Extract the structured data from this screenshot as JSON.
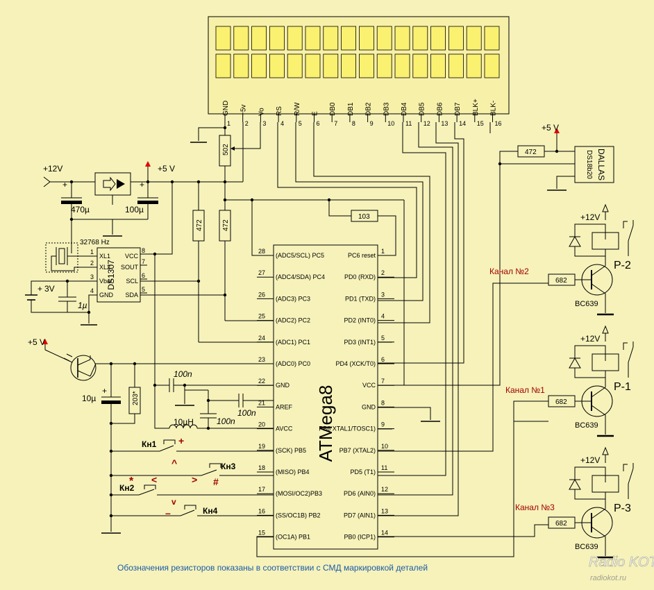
{
  "lcd": {
    "pins": [
      "GND",
      "+5v",
      "Vo",
      "RS",
      "R/W",
      "E",
      "DB0",
      "DB1",
      "DB2",
      "DB3",
      "DB4",
      "DB5",
      "DB6",
      "DB7",
      "BLK+",
      "BLK-"
    ],
    "nums": [
      "1",
      "2",
      "3",
      "4",
      "5",
      "6",
      "7",
      "8",
      "9",
      "10",
      "11",
      "12",
      "13",
      "14",
      "15",
      "16"
    ]
  },
  "mcu": {
    "name": "ATMega8",
    "left_pins": [
      {
        "num": "28",
        "label": "(ADC5/SCL) PC5"
      },
      {
        "num": "27",
        "label": "(ADC4/SDA) PC4"
      },
      {
        "num": "26",
        "label": "(ADC3) PC3"
      },
      {
        "num": "25",
        "label": "(ADC2) PC2"
      },
      {
        "num": "24",
        "label": "(ADC1) PC1"
      },
      {
        "num": "23",
        "label": "(ADC0) PC0"
      },
      {
        "num": "22",
        "label": "GND"
      },
      {
        "num": "21",
        "label": "AREF"
      },
      {
        "num": "20",
        "label": "AVCC"
      },
      {
        "num": "19",
        "label": "(SCK) PB5"
      },
      {
        "num": "18",
        "label": "(MISO) PB4"
      },
      {
        "num": "17",
        "label": "(MOSI/OC2)PB3"
      },
      {
        "num": "16",
        "label": "(SS/OC1B) PB2"
      },
      {
        "num": "15",
        "label": "(OC1A) PB1"
      }
    ],
    "right_pins": [
      {
        "num": "1",
        "label": "PC6 reset"
      },
      {
        "num": "2",
        "label": "PD0 (RXD)"
      },
      {
        "num": "3",
        "label": "PD1 (TXD)"
      },
      {
        "num": "4",
        "label": "PD2 (INT0)"
      },
      {
        "num": "5",
        "label": "PD3 (INT1)"
      },
      {
        "num": "6",
        "label": "PD4 (XCK/T0)"
      },
      {
        "num": "7",
        "label": "VCC"
      },
      {
        "num": "8",
        "label": "GND"
      },
      {
        "num": "9",
        "label": "PB6 XTAL1/TOSC1)"
      },
      {
        "num": "10",
        "label": "PB7 (XTAL2)"
      },
      {
        "num": "11",
        "label": "PD5  (T1)"
      },
      {
        "num": "12",
        "label": "PD6 (AIN0)"
      },
      {
        "num": "13",
        "label": "PD7 (AIN1)"
      },
      {
        "num": "14",
        "label": "PB0 (ICP1)"
      }
    ]
  },
  "rtc": {
    "name": "DS1307",
    "left": [
      {
        "num": "1",
        "label": "XL1"
      },
      {
        "num": "2",
        "label": "XL2"
      },
      {
        "num": "3",
        "label": "Vbat"
      },
      {
        "num": "4",
        "label": "GND"
      }
    ],
    "right": [
      {
        "num": "8",
        "label": "VCC"
      },
      {
        "num": "7",
        "label": "SOUT"
      },
      {
        "num": "6",
        "label": "SCL"
      },
      {
        "num": "5",
        "label": "SDA"
      }
    ],
    "crystal": "32768 Hz"
  },
  "sensor": {
    "line1": "DALLAS",
    "line2": "DS18b20"
  },
  "supply": {
    "v12": "+12V",
    "v5a": "+5 V",
    "v5b": "+5 V",
    "v5c": "+5 V",
    "bat": "3V",
    "bat_plus": "+"
  },
  "components": {
    "c470": "470µ",
    "c100": "100µ",
    "c1u": "1µ",
    "c10u": "10µ",
    "c100n_a": "100n",
    "c100n_b": "100n",
    "c100n_c": "100n",
    "l10": "10µH",
    "r502": "502",
    "r472a": "472",
    "r472b": "472",
    "r103": "103",
    "r472c": "472",
    "r203": "203*",
    "r682a": "682",
    "r682b": "682",
    "r682c": "682",
    "plus": "+"
  },
  "channels": [
    {
      "label": "Канал №2",
      "relay": "P-2",
      "transistor": "BC639",
      "vcc": "+12V"
    },
    {
      "label": "Канал №1",
      "relay": "P-1",
      "transistor": "BC639",
      "vcc": "+12V"
    },
    {
      "label": "Канал №3",
      "relay": "P-3",
      "transistor": "BC639",
      "vcc": "+12V"
    }
  ],
  "buttons": {
    "k1": "Кн1",
    "k2": "Кн2",
    "k3": "Кн3",
    "k4": "Кн4",
    "s_plus": "+",
    "s_up": "^",
    "s_lt": "<",
    "s_gt": ">",
    "s_hash": "#",
    "s_star": "*",
    "s_v": "v",
    "s_minus": "–"
  },
  "footer": "Обозначения резисторов показаны в соответствии с СМД маркировкой деталей",
  "watermark": {
    "line1": "Radio KOT",
    "line2": "radiokot.ru"
  }
}
